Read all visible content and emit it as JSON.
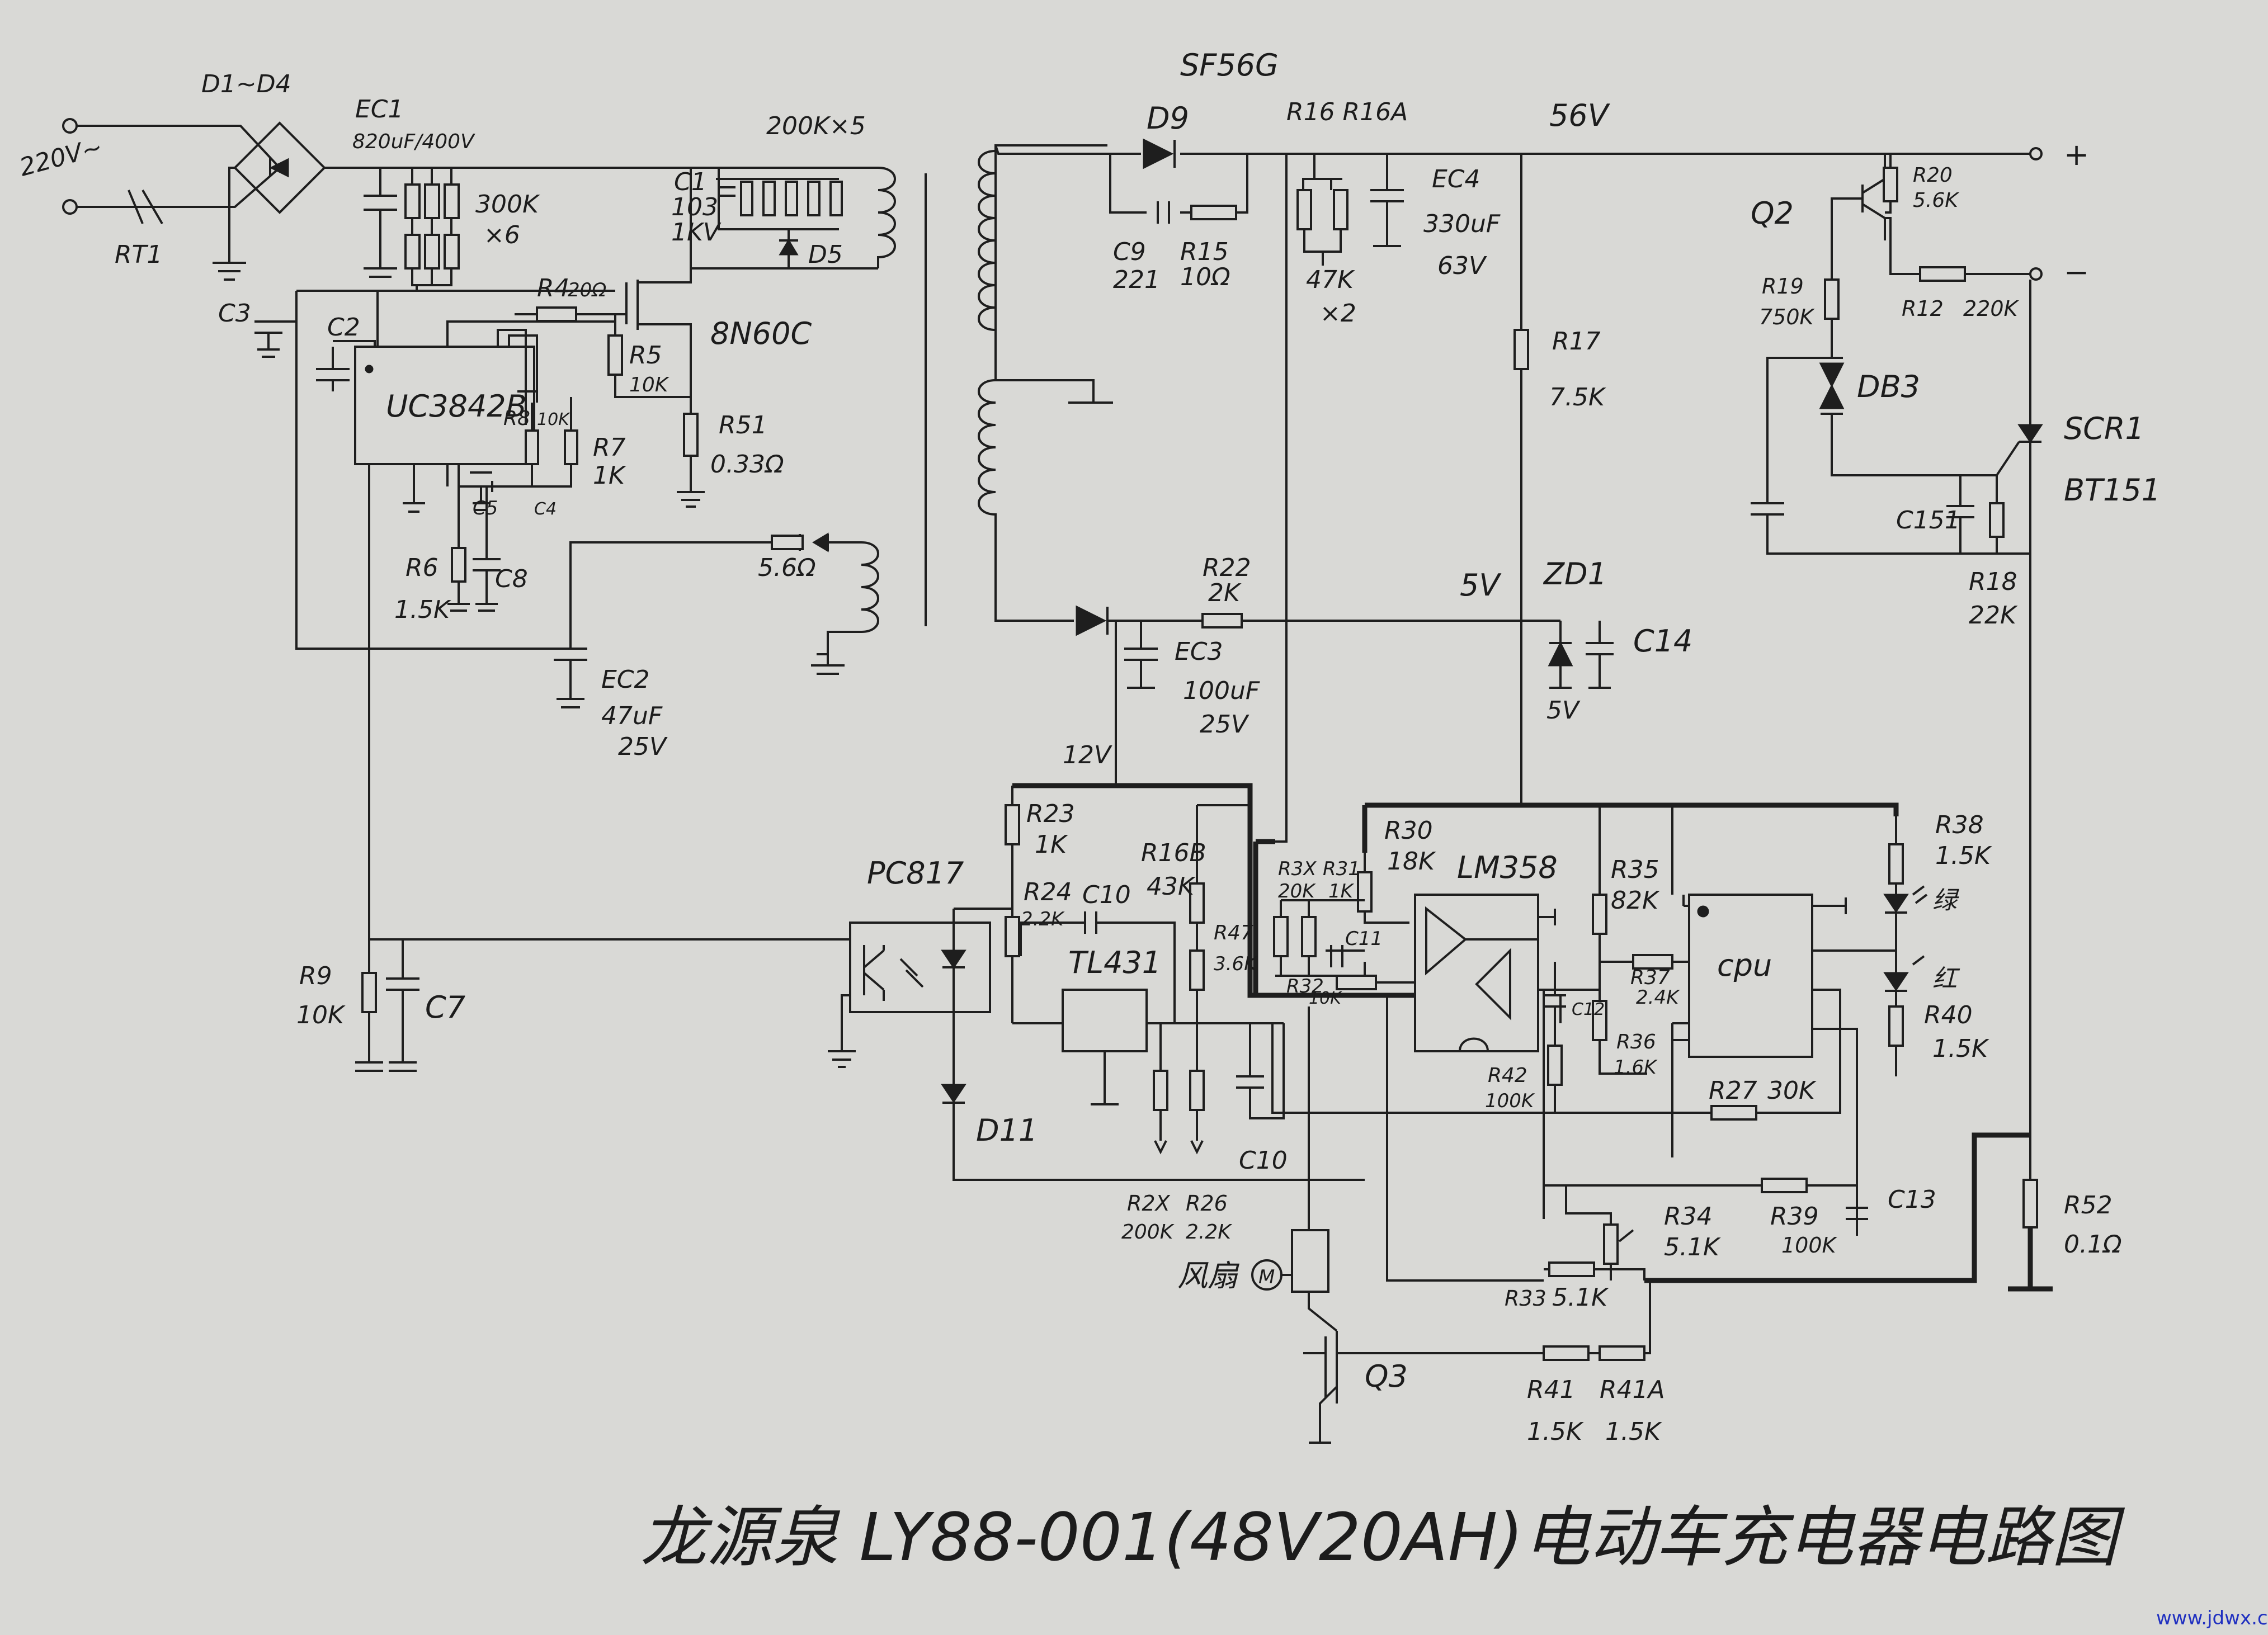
{
  "title": "龙源泉 LY88-001(48V20AH)电动车充电器电路图",
  "watermark": "www.jdwx.cn",
  "labels": {
    "d1d4": "D1~D4",
    "ec1": "EC1",
    "ec1_val": "820uF/400V",
    "ac_in": "220V~",
    "rt1": "RT1",
    "c3": "C3",
    "c2": "C2",
    "r300k": "300K",
    "r300k_n": "×6",
    "r200k": "200K×5",
    "c1": "C1",
    "c1_val": "103",
    "c1_v": "1KV",
    "d5": "D5",
    "r4": "R4",
    "r4_val": "20Ω",
    "q1": "8N60C",
    "r5": "R5",
    "r5_val": "10K",
    "uc": "UC3842B",
    "r8": "R8",
    "r8_val": "10K",
    "r7": "R7",
    "r7_val": "1K",
    "r51": "R51",
    "r51_val": "0.33Ω",
    "c5": "C5",
    "c4": "C4",
    "r6": "R6",
    "r6_val": "1.5K",
    "c8": "C8",
    "r56": "5.6Ω",
    "ec2": "EC2",
    "ec2_val": "47uF",
    "ec2_v": "25V",
    "sf": "SF56G",
    "d9": "D9",
    "c9": "C9",
    "c9_val": "221",
    "r15": "R15",
    "r15_val": "10Ω",
    "r16": "R16 R16A",
    "r16_val": "47K",
    "r16_n": "×2",
    "ec4": "EC4",
    "ec4_val": "330uF",
    "ec4_v": "63V",
    "v56": "56V",
    "r17": "R17",
    "r17_val": "7.5K",
    "r22": "R22",
    "r22_val": "2K",
    "ec3": "EC3",
    "ec3_val": "100uF",
    "ec3_v": "25V",
    "v5": "5V",
    "zd1": "ZD1",
    "zd1_val": "5V",
    "c14": "C14",
    "v12": "12V",
    "q2": "Q2",
    "r20": "R20",
    "r20_val": "5.6K",
    "plus": "+",
    "minus": "−",
    "r12": "R12",
    "r12_val": "220K",
    "r19": "R19",
    "r19_val": "750K",
    "db3": "DB3",
    "scr1": "SCR1",
    "scr1_val": "BT151",
    "c151": "C151",
    "r18": "R18",
    "r18_val": "22K",
    "pc817": "PC817",
    "r23": "R23",
    "r23_val": "1K",
    "r24": "R24",
    "r24_val": "2.2K",
    "c10a": "C10",
    "tl431": "TL431",
    "r16b": "R16B",
    "r16b_val": "43K",
    "r47": "R47",
    "r47_val": "3.6K",
    "r3x": "R3X",
    "r3x_val": "20K",
    "r31": "R31",
    "r31_val": "1K",
    "c11": "C11",
    "r32": "R32",
    "r32_val": "10K",
    "r30": "R30",
    "r30_val": "18K",
    "lm358": "LM358",
    "r35": "R35",
    "r35_val": "82K",
    "cpu": "cpu",
    "r37": "R37",
    "r37_val": "2.4K",
    "r36": "R36",
    "r36_val": "1.6K",
    "c12": "C12",
    "r42": "R42",
    "r42_val": "100K",
    "r27": "R27",
    "r27_val": "30K",
    "r38": "R38",
    "r38_val": "1.5K",
    "led_g": "绿",
    "led_r": "红",
    "r40": "R40",
    "r40_val": "1.5K",
    "r9": "R9",
    "r9_val": "10K",
    "c7": "C7",
    "d11": "D11",
    "r2x": "R2X",
    "r2x_val": "200K",
    "r26": "R26",
    "r26_val": "2.2K",
    "c10b": "C10",
    "r34": "R34",
    "r34_val": "5.1K",
    "r39": "R39",
    "r39_val": "100K",
    "c13": "C13",
    "r33": "R33",
    "r33_val": "5.1K",
    "r52": "R52",
    "r52_val": "0.1Ω",
    "fan": "风扇",
    "motor": "M",
    "q3": "Q3",
    "r41": "R41",
    "r41_val": "1.5K",
    "r41a": "R41A",
    "r41a_val": "1.5K"
  }
}
